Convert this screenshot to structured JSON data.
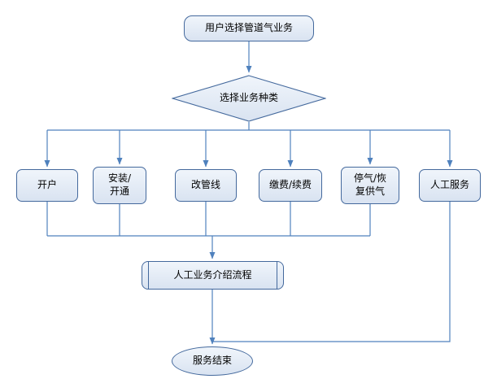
{
  "diagram": {
    "nodes": {
      "start": {
        "label": "用户选择管道气业务"
      },
      "decision": {
        "label": "选择业务种类"
      },
      "open_account": {
        "label": "开户"
      },
      "install": {
        "label": "安装/\n开通"
      },
      "change_pipeline": {
        "label": "改管线"
      },
      "payment": {
        "label": "缴费/续费"
      },
      "stop_restore": {
        "label": "停气/恢\n复供气"
      },
      "manual_service": {
        "label": "人工服务"
      },
      "intro_process": {
        "label": "人工业务介绍流程"
      },
      "end": {
        "label": "服务结束"
      }
    },
    "colors": {
      "node_fill_top": "#f0f5fb",
      "node_fill_bottom": "#d9e3f1",
      "node_border": "#44699d",
      "connector": "#4f81bd",
      "text": "#000000"
    },
    "background": "#ffffff"
  }
}
